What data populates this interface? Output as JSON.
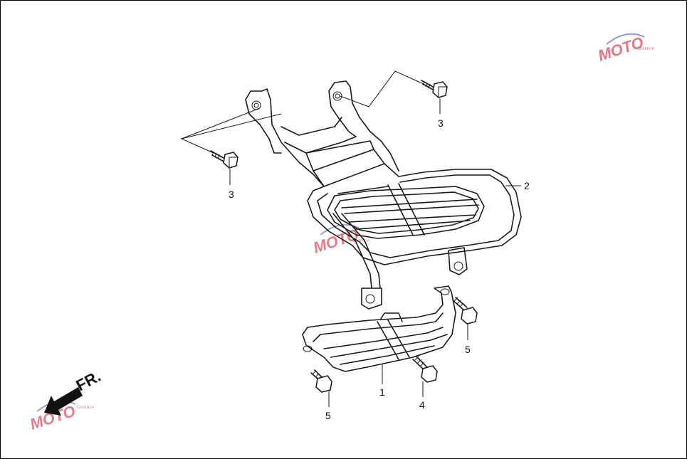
{
  "callouts": {
    "part_1": "1",
    "part_2": "2",
    "bolt_3_top": "3",
    "bolt_3_left": "3",
    "bolt_4": "4",
    "bolt_5_right": "5",
    "bolt_5_left": "5"
  },
  "direction": {
    "label": "FR."
  },
  "watermark": {
    "text": "MOTO",
    "subtext": "Greenoo"
  },
  "colors": {
    "line": "#1a1a1a",
    "watermark_red": "#d94a5a",
    "watermark_blue": "#6a7bd0",
    "watermark_gray": "#9a9a9a"
  }
}
